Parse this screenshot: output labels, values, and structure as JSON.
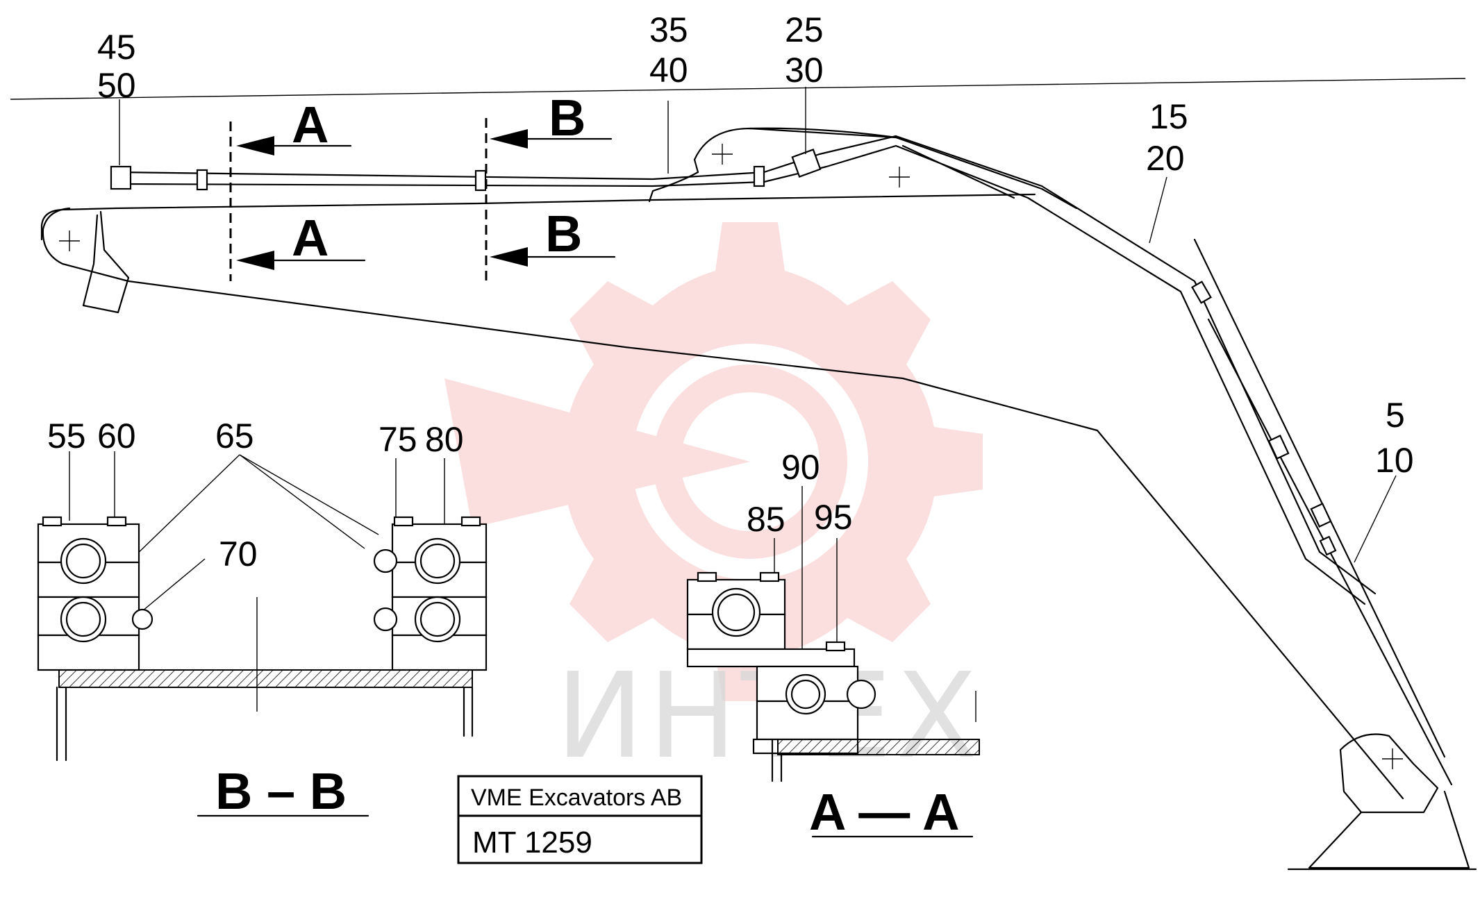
{
  "callouts": {
    "c45": "45",
    "c50": "50",
    "c35": "35",
    "c40": "40",
    "c25": "25",
    "c30": "30",
    "c15": "15",
    "c20": "20",
    "c5": "5",
    "c10": "10",
    "c55": "55",
    "c60": "60",
    "c65": "65",
    "c70": "70",
    "c75": "75",
    "c80": "80",
    "c85": "85",
    "c90": "90",
    "c95": "95"
  },
  "section_markers": {
    "a_top": "A",
    "a_bottom": "A",
    "b_top": "B",
    "b_bottom": "B"
  },
  "section_views": {
    "bb": "B – B",
    "aa": "A — A"
  },
  "title_block": {
    "company": "VME Excavators AB",
    "drawing_no": "MT 1259"
  },
  "watermark": {
    "text": "ИНТЕХ",
    "color": "#e83b3b"
  }
}
